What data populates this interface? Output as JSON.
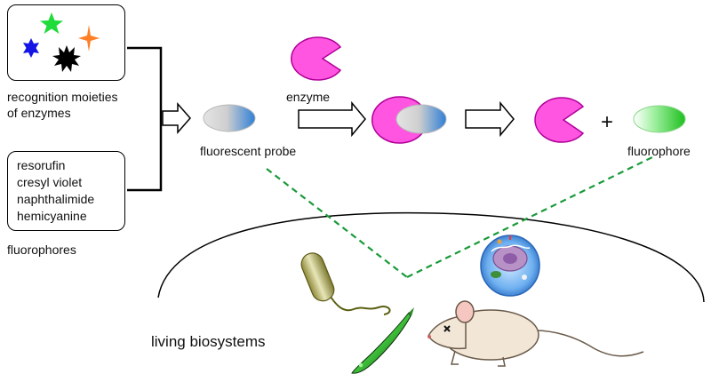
{
  "recognition": {
    "label_line1": "recognition moieties",
    "label_line2": "of enzymes",
    "shape_colors": [
      "#1fdc3a",
      "#ff7f27",
      "#1414e6",
      "#000000"
    ]
  },
  "fluorophores_box": {
    "items": [
      "resorufin",
      "cresyl violet",
      "naphthalimide",
      "hemicyanine"
    ],
    "caption": "fluorophores"
  },
  "reaction": {
    "probe_label": "fluorescent probe",
    "enzyme_label": "enzyme",
    "plus_sign": "+",
    "product_label": "fluorophore"
  },
  "biosystems": {
    "label": "living biosystems",
    "icons": [
      "bacterium-icon",
      "cell-icon",
      "zebrafish-icon",
      "mouse-icon"
    ]
  },
  "colors": {
    "enzyme": "#ff55e0",
    "probe_gradient": [
      "#d9d9d9",
      "#2f7fd6"
    ],
    "fluorophore_gradient": [
      "#ffffff",
      "#22cc22"
    ],
    "dashed_line": "#1a9a3a"
  }
}
